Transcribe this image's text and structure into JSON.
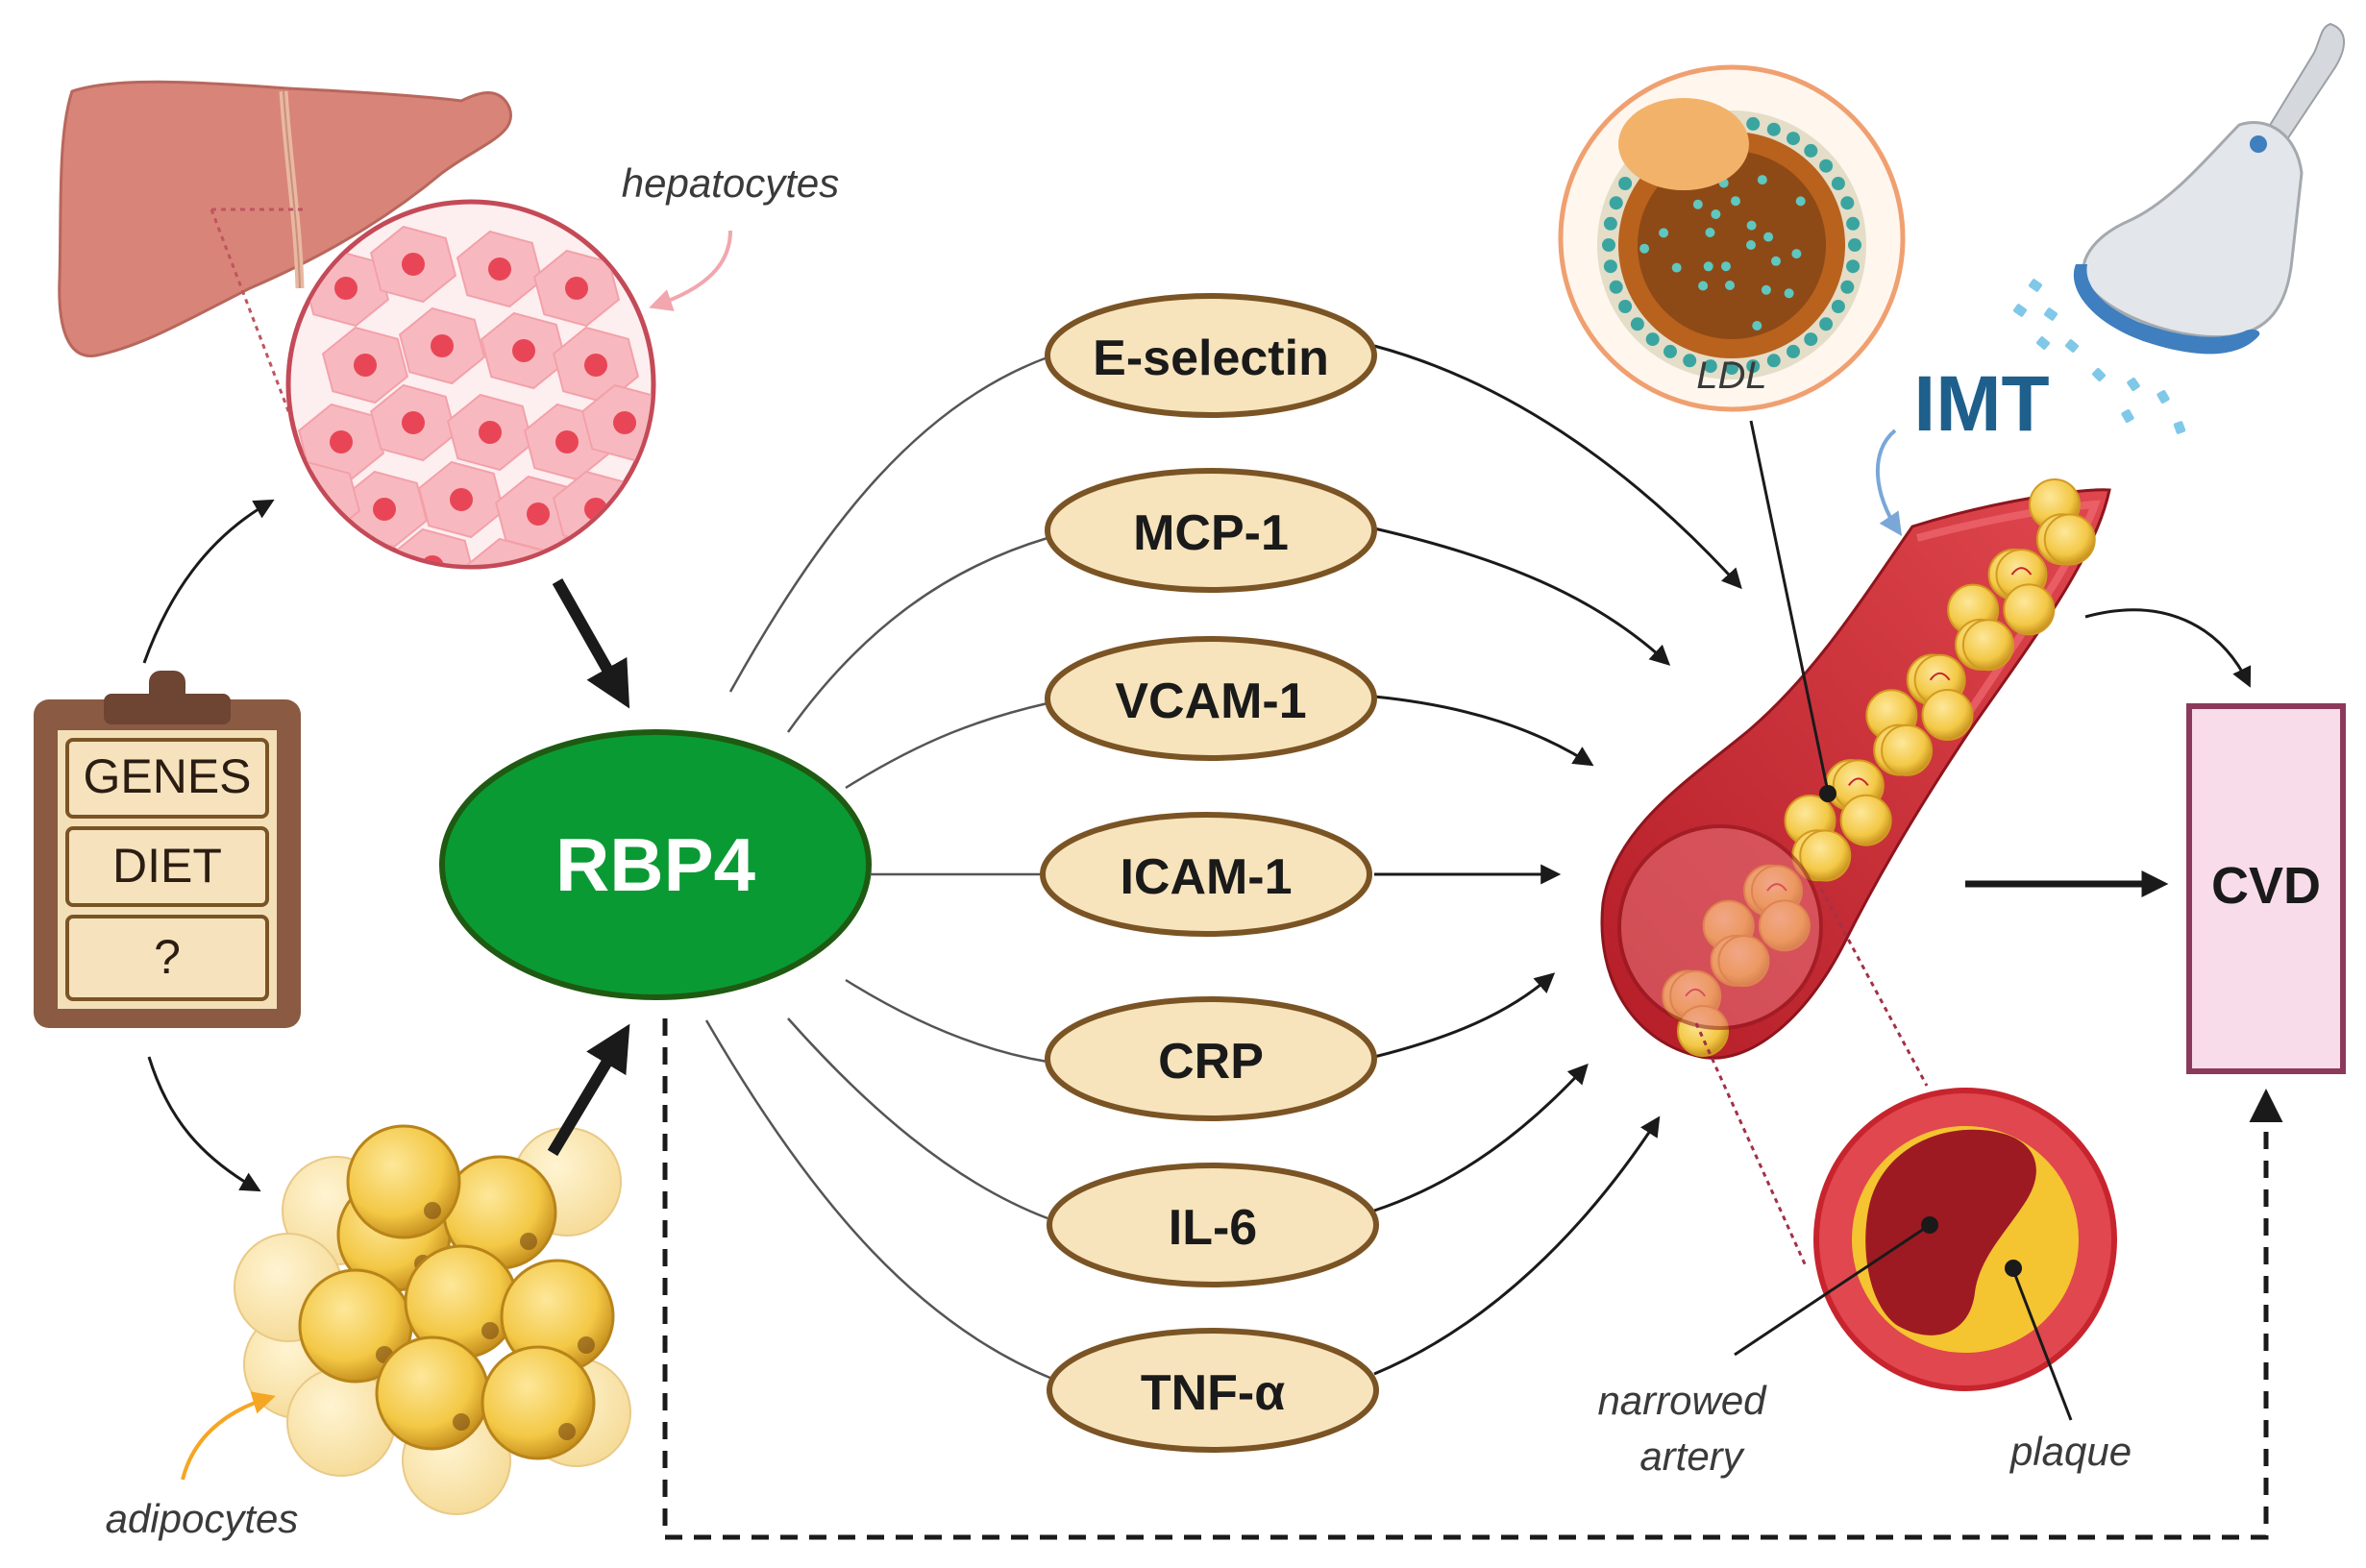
{
  "colors": {
    "rbp4_fill": "#0a9a34",
    "marker_fill": "#f7e4bd",
    "marker_stroke": "#7a5424",
    "clipboard": "#8a5a43",
    "cvd_fill": "#f9dcea",
    "cvd_stroke": "#8c3a5c",
    "imt_text": "#1e5f8c",
    "artery_red": "#c8242e",
    "plaque_yellow": "#f5c431"
  },
  "clipboard": {
    "items": [
      "GENES",
      "DIET",
      "?"
    ]
  },
  "labels": {
    "hepatocytes": "hepatocytes",
    "adipocytes": "adipocytes",
    "rbp4": "RBP4",
    "ldl": "LDL",
    "imt": "IMT",
    "cvd": "CVD",
    "narrowed_artery_line1": "narrowed",
    "narrowed_artery_line2": "artery",
    "plaque": "plaque"
  },
  "markers": [
    "E-selectin",
    "MCP-1",
    "VCAM-1",
    "ICAM-1",
    "CRP",
    "IL-6",
    "TNF-α"
  ],
  "icons": [
    "liver-icon",
    "hepatocyte-cells-icon",
    "adipocyte-cells-icon",
    "clipboard-icon",
    "ldl-particle-icon",
    "ultrasound-probe-icon",
    "artery-icon",
    "artery-cross-section-icon"
  ]
}
